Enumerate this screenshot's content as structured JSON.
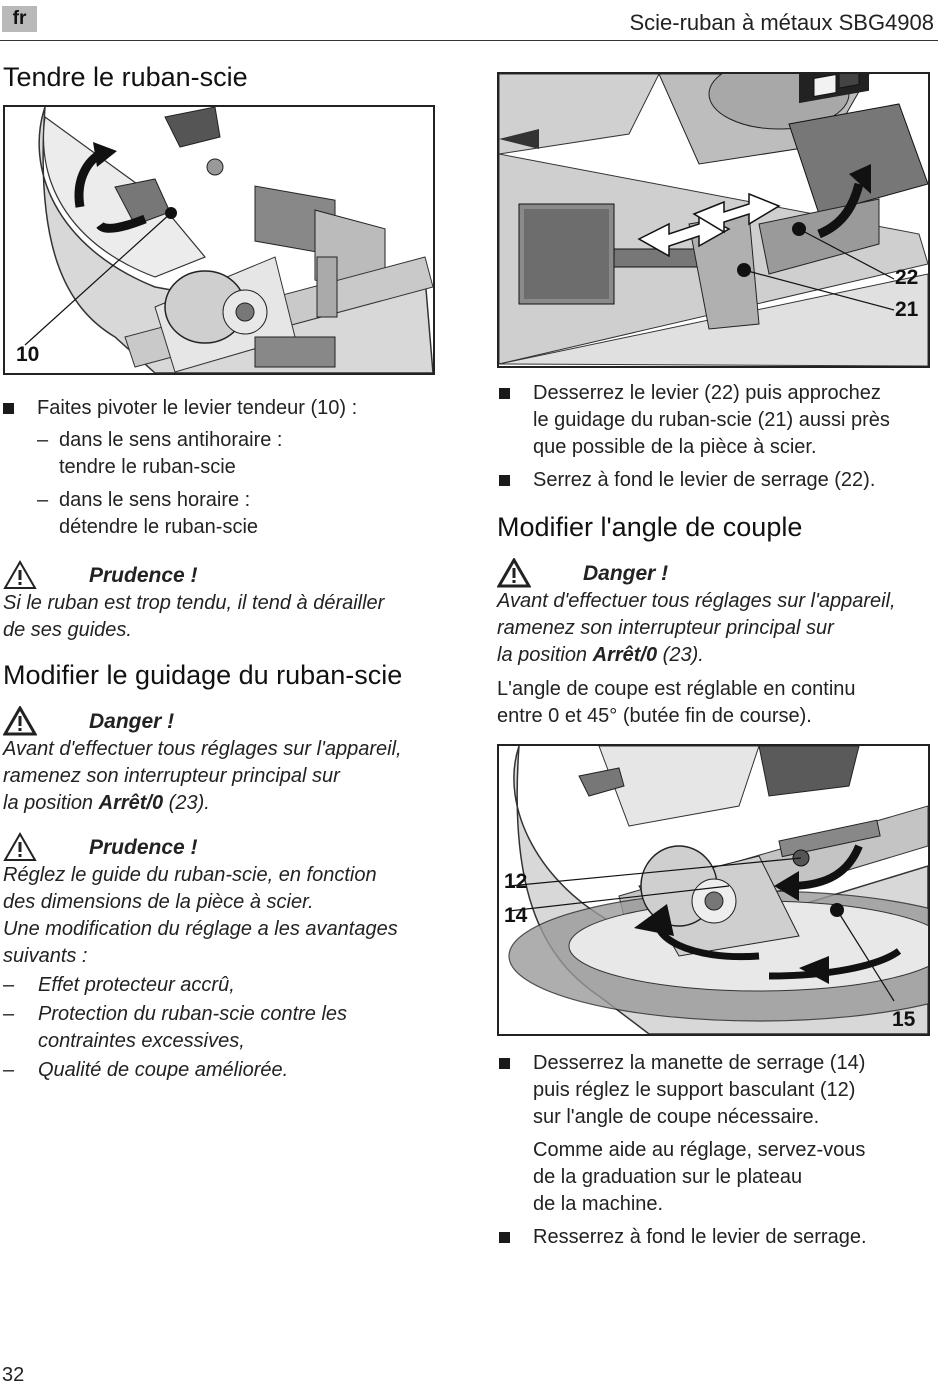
{
  "header": {
    "lang_badge": "fr",
    "title": "Scie-ruban à métaux SBG4908"
  },
  "left": {
    "section1": {
      "heading": "Tendre le ruban-scie",
      "figure_callouts": [
        "10"
      ],
      "bullet": "Faites pivoter le levier tendeur (10) :",
      "sub_items": [
        {
          "dash": "–",
          "line1": "dans le sens antihoraire :",
          "line2": "tendre le ruban-scie"
        },
        {
          "dash": "–",
          "line1": "dans le sens horaire :",
          "line2": "détendre le ruban-scie"
        }
      ],
      "caution_title": "Prudence !",
      "caution_lines": [
        "Si le ruban est trop tendu, il tend à dérailler",
        "de ses guides."
      ]
    },
    "section2": {
      "heading": "Modifier le guidage du ruban-scie",
      "danger_title": "Danger !",
      "danger_line1": "Avant d'effectuer tous réglages sur l'appareil,",
      "danger_line2": "ramenez son interrupteur principal sur",
      "danger_line3_pre": "la position ",
      "danger_line3_bold": "Arrêt/0",
      "danger_line3_post": " (23).",
      "caution_title": "Prudence !",
      "caution_lines": [
        "Réglez le guide du ruban-scie, en fonction",
        "des dimensions de la pièce à scier.",
        "Une modification du réglage a les avantages",
        "suivants :"
      ],
      "advantages": [
        {
          "dash": "–",
          "lines": [
            "Effet protecteur accrû,"
          ]
        },
        {
          "dash": "–",
          "lines": [
            "Protection du ruban-scie contre les",
            "contraintes excessives,"
          ]
        },
        {
          "dash": "–",
          "lines": [
            "Qualité de coupe améliorée."
          ]
        }
      ]
    }
  },
  "right": {
    "figure1_callouts": [
      "22",
      "21"
    ],
    "bullets1": [
      {
        "lines": [
          "Desserrez le levier (22) puis approchez",
          "le guidage du ruban-scie (21) aussi près",
          "que possible de la pièce à scier."
        ]
      },
      {
        "lines": [
          "Serrez à fond le levier de serrage (22)."
        ]
      }
    ],
    "section3": {
      "heading": "Modifier l'angle de couple",
      "danger_title": "Danger !",
      "danger_line1": "Avant d'effectuer tous réglages sur l'appareil,",
      "danger_line2": "ramenez son interrupteur principal sur",
      "danger_line3_pre": "la position ",
      "danger_line3_bold": "Arrêt/0",
      "danger_line3_post": " (23).",
      "info_lines": [
        "L'angle de coupe est réglable en continu",
        "entre 0 et 45° (butée fin de course)."
      ]
    },
    "figure2_callouts": [
      "12",
      "14",
      "15"
    ],
    "bullets2": [
      {
        "lines": [
          "Desserrez la manette de serrage (14)",
          "puis réglez le support basculant (12)",
          "sur l'angle de coupe nécessaire."
        ]
      },
      {
        "lines": [
          "Comme aide au réglage, servez-vous",
          "de la graduation sur le plateau",
          "de la machine."
        ],
        "no_bullet": true
      },
      {
        "lines": [
          "Resserrez à fond le levier de serrage."
        ]
      }
    ]
  },
  "footer": {
    "page_number": "32"
  }
}
